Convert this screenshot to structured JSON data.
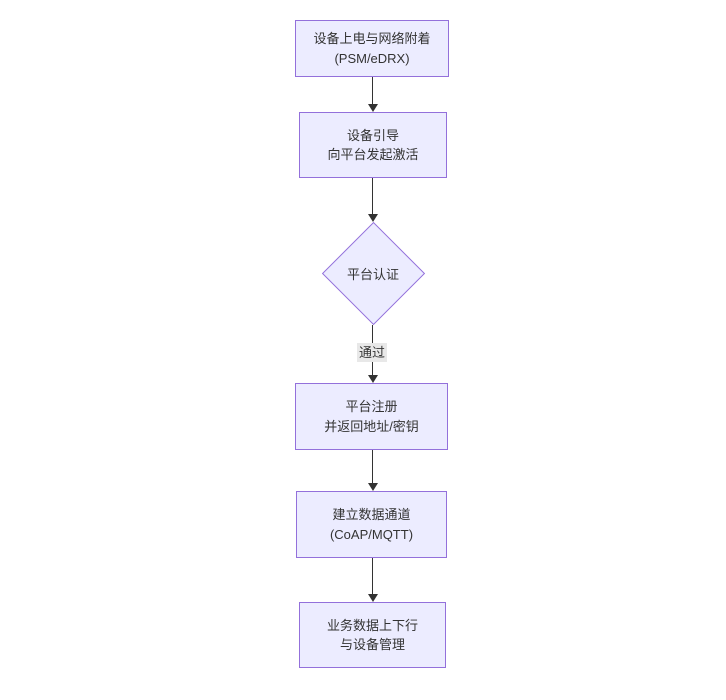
{
  "diagram": {
    "type": "flowchart",
    "direction": "top-down",
    "colors": {
      "background": "#ffffff",
      "node_fill": "#ececff",
      "node_border": "#9370db",
      "text": "#333333",
      "line": "#333333",
      "edge_label_bg": "#e8e8e8"
    },
    "nodes": [
      {
        "id": "power-attach",
        "shape": "rect",
        "lines": [
          "设备上电与网络附着",
          "(PSM/eDRX)"
        ]
      },
      {
        "id": "bootstrap",
        "shape": "rect",
        "lines": [
          "设备引导",
          "向平台发起激活"
        ]
      },
      {
        "id": "platform-auth",
        "shape": "diamond",
        "lines": [
          "平台认证"
        ]
      },
      {
        "id": "platform-register",
        "shape": "rect",
        "lines": [
          "平台注册",
          "并返回地址/密钥"
        ]
      },
      {
        "id": "data-channel",
        "shape": "rect",
        "lines": [
          "建立数据通道",
          "(CoAP/MQTT)"
        ]
      },
      {
        "id": "business-data",
        "shape": "rect",
        "lines": [
          "业务数据上下行",
          "与设备管理"
        ]
      }
    ],
    "edges": [
      {
        "from": "power-attach",
        "to": "bootstrap",
        "label": ""
      },
      {
        "from": "bootstrap",
        "to": "platform-auth",
        "label": ""
      },
      {
        "from": "platform-auth",
        "to": "platform-register",
        "label": "通过"
      },
      {
        "from": "platform-register",
        "to": "data-channel",
        "label": ""
      },
      {
        "from": "data-channel",
        "to": "business-data",
        "label": ""
      }
    ]
  }
}
